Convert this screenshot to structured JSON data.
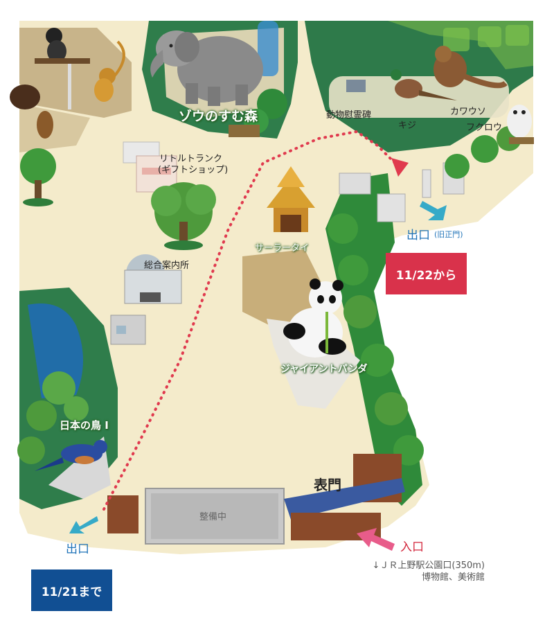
{
  "labels": {
    "elephant_forest": "ゾウのすむ森",
    "little_trunk": "リトルトランク",
    "little_trunk_sub": "(ギフトショップ)",
    "info_center": "総合案内所",
    "sala_thai": "サーラータイ",
    "giant_panda": "ジャイアントパンダ",
    "japan_birds": "日本の鳥 I",
    "under_maintenance": "整備中",
    "omote_mon": "表門",
    "memorial": "動物慰霊碑",
    "kiji": "キジ",
    "kawauso": "カワウソ",
    "fukurou": "フクロウ"
  },
  "exits": {
    "old_gate": {
      "label": "出口",
      "sub": "(旧正門)",
      "badge": "11/22から"
    },
    "bottom_left": {
      "label": "出口",
      "badge": "11/21まで"
    }
  },
  "entrance": {
    "label": "入口"
  },
  "note": {
    "line1": "↓ＪＲ上野駅公園口(350m)",
    "line2": "博物館、美術館"
  },
  "colors": {
    "ground": "#f4ebcb",
    "grass": "#2e7a4a",
    "route_dots": "#e03a4e",
    "exit_arrow": "#36aac8",
    "entry_arrow": "#e85c8a",
    "badge_red": "#d9324b",
    "badge_blue": "#114f93"
  },
  "icons": [
    "elephant-icon",
    "panda-icon",
    "bird-icon",
    "otter-icon",
    "owl-icon",
    "pheasant-icon",
    "monkey-icon",
    "tree-icon",
    "building-icon"
  ]
}
